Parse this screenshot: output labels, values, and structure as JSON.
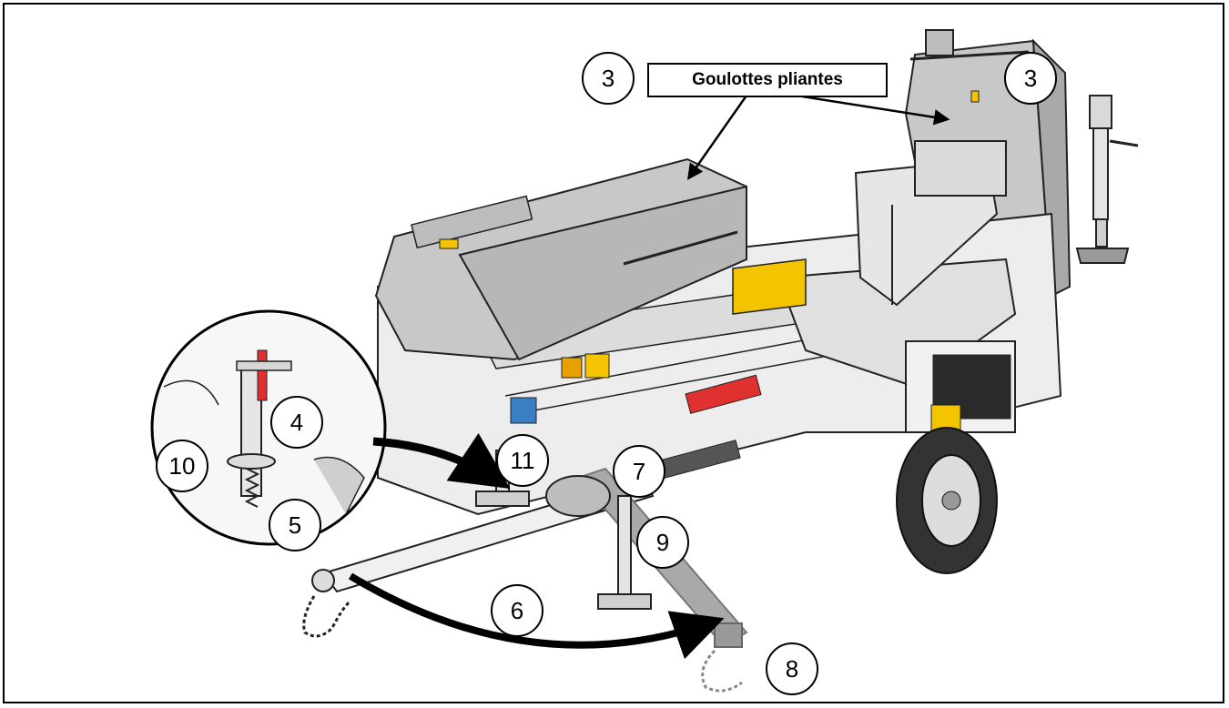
{
  "diagram": {
    "label_box": "Goulottes pliantes",
    "callouts": [
      "3",
      "3",
      "4",
      "10",
      "5",
      "11",
      "7",
      "9",
      "6",
      "8"
    ],
    "colors": {
      "chute": "#c8c8c8",
      "chute_dark": "#a9a9a9",
      "frame": "#e9e9e9",
      "warning_yellow": "#f4c400",
      "warning_orange": "#e8a000",
      "pin_red": "#e03030",
      "info_blue": "#3a7fc4",
      "outline": "#222222",
      "arrow": "#000000"
    }
  }
}
